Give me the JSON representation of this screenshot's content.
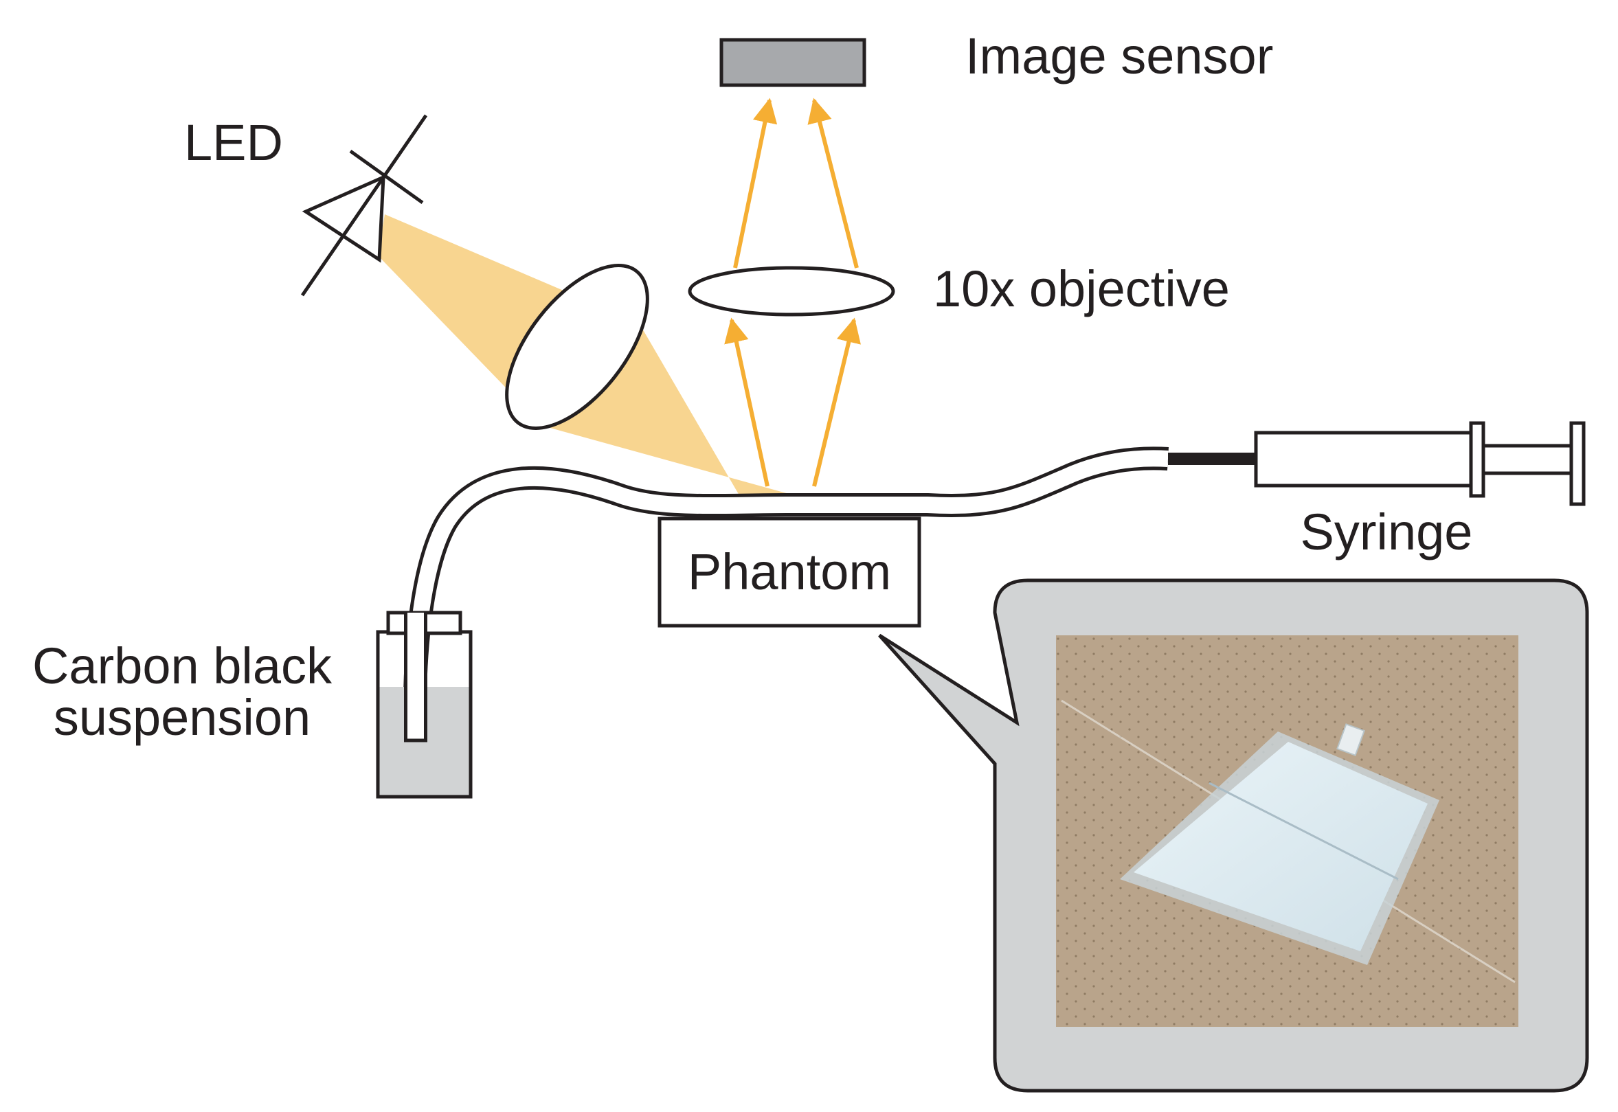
{
  "labels": {
    "led": "LED",
    "image_sensor": "Image sensor",
    "objective": "10x objective",
    "syringe": "Syringe",
    "phantom": "Phantom",
    "carbon_line1": "Carbon black",
    "carbon_line2": "suspension"
  },
  "colors": {
    "outline": "#231f20",
    "light_beam": "#f8d590",
    "arrow": "#f5ae33",
    "sensor_fill": "#a7a9ac",
    "callout_fill": "#d1d3d4",
    "fabric": "#b9a48b",
    "phantom_white": "#dbe9ef"
  },
  "icons": {
    "led": "led-diode-icon",
    "lens": "lens-icon",
    "sensor": "image-sensor-icon",
    "syringe": "syringe-icon",
    "vial": "vial-icon"
  }
}
